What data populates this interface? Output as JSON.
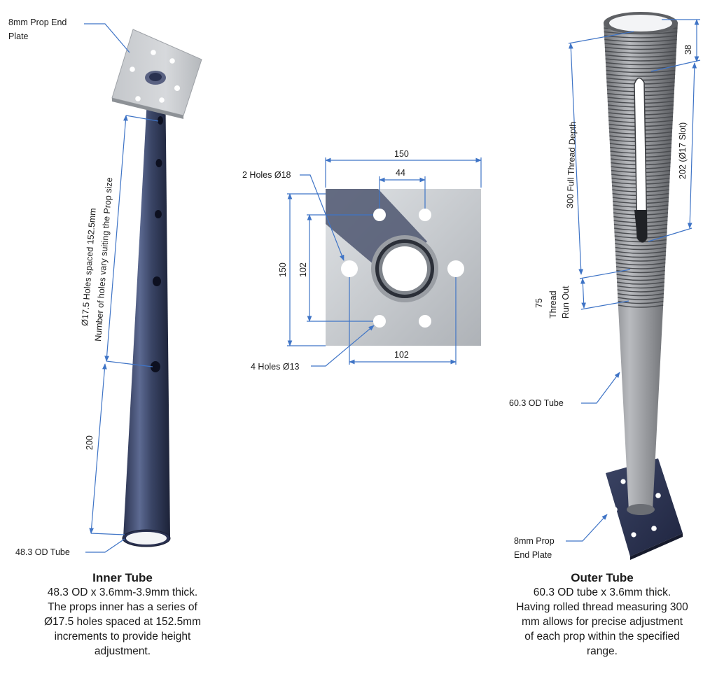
{
  "colors": {
    "dimension_line": "#3f74c6",
    "inner_tube": "#3a4463",
    "outer_tube": "#8a8c90",
    "plate": "#c9ccd0",
    "text": "#1a1a1a"
  },
  "inner": {
    "end_plate_label_line1": "8mm Prop End",
    "end_plate_label_line2": "Plate",
    "holes_label_line1": "Ø17.5 Holes spaced 152.5mm",
    "holes_label_line2": "Number of holes vary suiting the Prop size",
    "dim_200": "200",
    "tube_label": "48.3 OD Tube",
    "caption_title": "Inner Tube",
    "caption_line1": "48.3 OD x 3.6mm-3.9mm thick.",
    "caption_line2": "The props inner has a series of",
    "caption_line3": "Ø17.5 holes spaced at 152.5mm",
    "caption_line4": "increments to provide height",
    "caption_line5": "adjustment."
  },
  "plate": {
    "dim_top_150": "150",
    "dim_44": "44",
    "holes_18_label": "2 Holes Ø18",
    "dim_left_150": "150",
    "dim_102_vertical": "102",
    "dim_102_horizontal": "102",
    "holes_13_label": "4 Holes Ø13"
  },
  "outer": {
    "dim_38": "38",
    "full_thread_label": "300 Full Thread Depth",
    "slot_label": "202 (Ø17 Slot)",
    "dim_75": "75",
    "run_out_line1": "Thread",
    "run_out_line2": "Run Out",
    "tube_label": "60.3 OD Tube",
    "end_plate_label_line1": "8mm Prop",
    "end_plate_label_line2": "End Plate",
    "caption_title": "Outer Tube",
    "caption_line1": "60.3 OD tube x 3.6mm thick.",
    "caption_line2": "Having rolled thread measuring 300",
    "caption_line3": "mm allows for precise adjustment",
    "caption_line4": "of each prop within the specified",
    "caption_line5": "range."
  }
}
